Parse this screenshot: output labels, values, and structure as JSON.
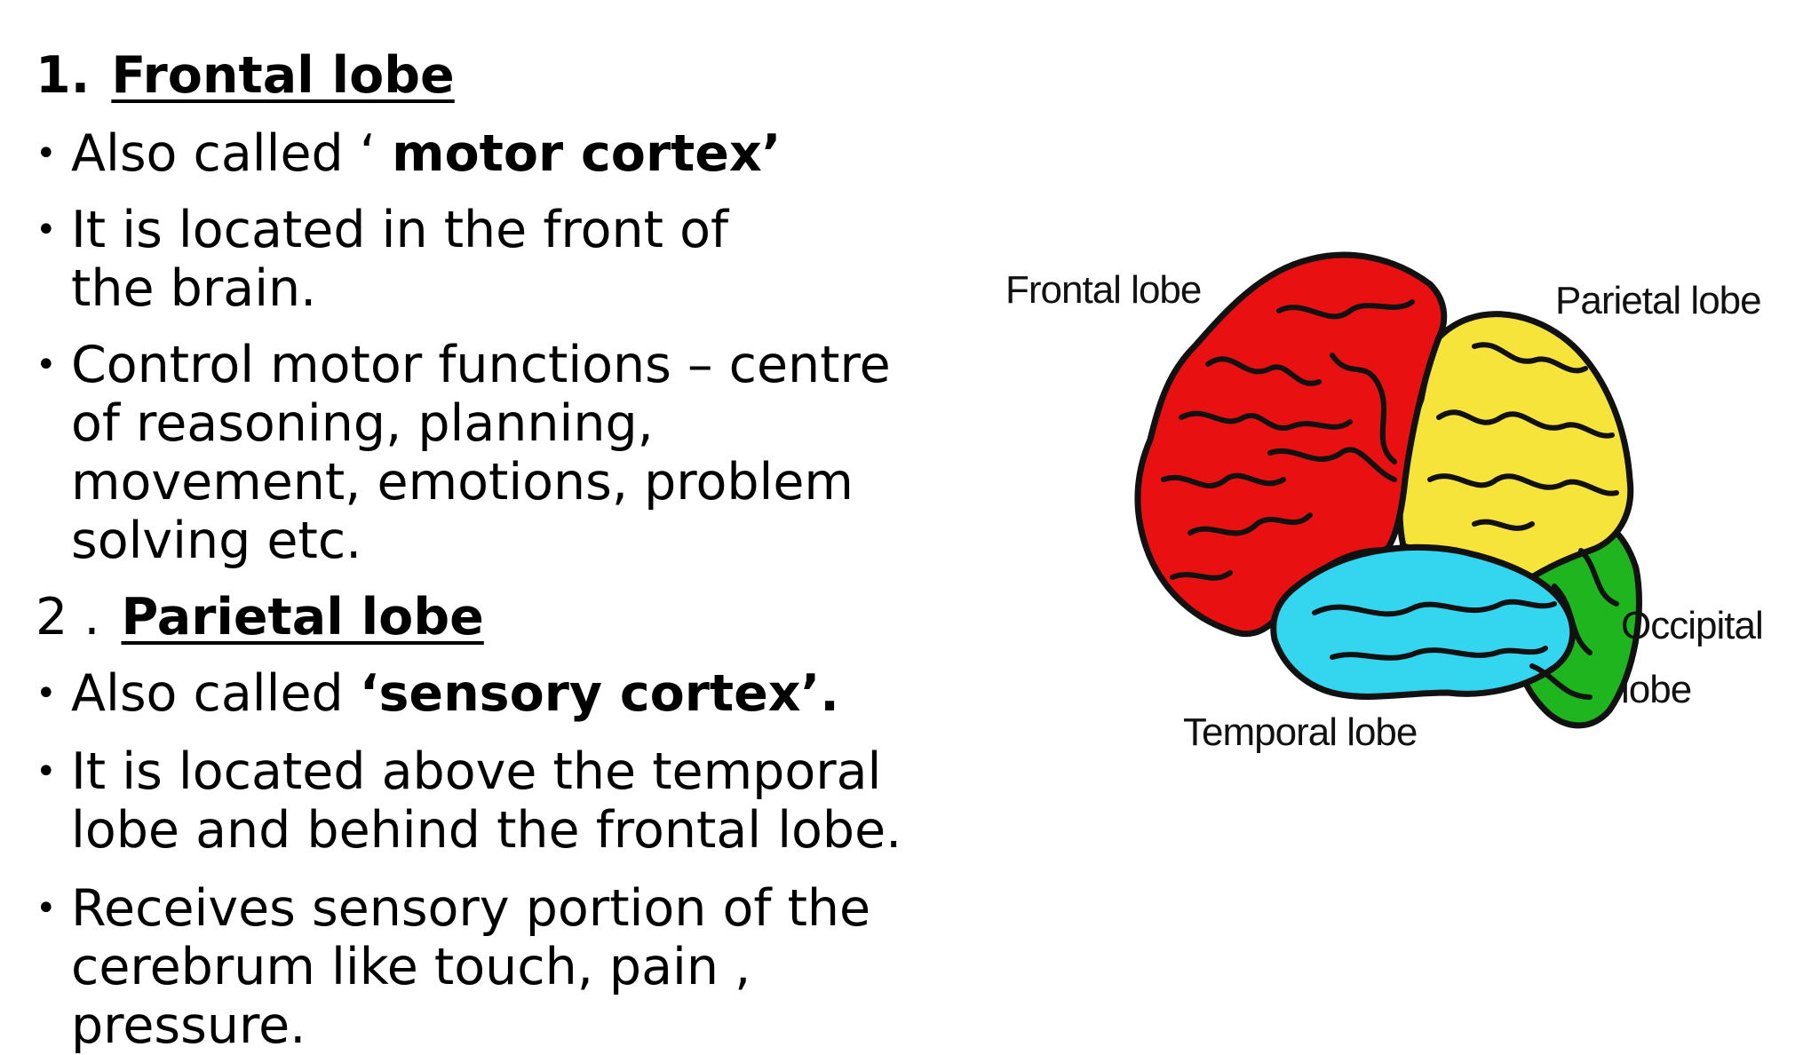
{
  "section1": {
    "number": "1.",
    "title": "Frontal lobe ",
    "bullets": [
      {
        "pre": "Also called ‘ ",
        "bold": "motor cortex’",
        "post": ""
      },
      {
        "pre": "It is located in the front of the brain.",
        "bold": "",
        "post": ""
      },
      {
        "pre": "Control motor functions –  centre of reasoning, planning, movement, emotions, problem solving etc.",
        "bold": "",
        "post": ""
      }
    ]
  },
  "section2": {
    "number": "2 .",
    "title": "Parietal lobe ",
    "bullets": [
      {
        "pre": "Also called ",
        "bold": "‘sensory cortex’.",
        "post": ""
      },
      {
        "pre": "It is located above the temporal lobe and behind the frontal lobe.",
        "bold": "",
        "post": ""
      },
      {
        "pre": "Receives sensory  portion of the cerebrum like touch, pain , pressure.",
        "bold": "",
        "post": ""
      }
    ]
  },
  "bullet_symbol": "•",
  "diagram": {
    "labels": {
      "frontal": "Frontal lobe",
      "parietal": "Parietal lobe",
      "occipital_1": "Occipital",
      "occipital_2": "lobe",
      "temporal": "Temporal lobe"
    },
    "colors": {
      "frontal": "#e81010",
      "parietal": "#f7e43a",
      "temporal": "#34d5ee",
      "occipital": "#1fb51f",
      "outline": "#111111"
    }
  }
}
